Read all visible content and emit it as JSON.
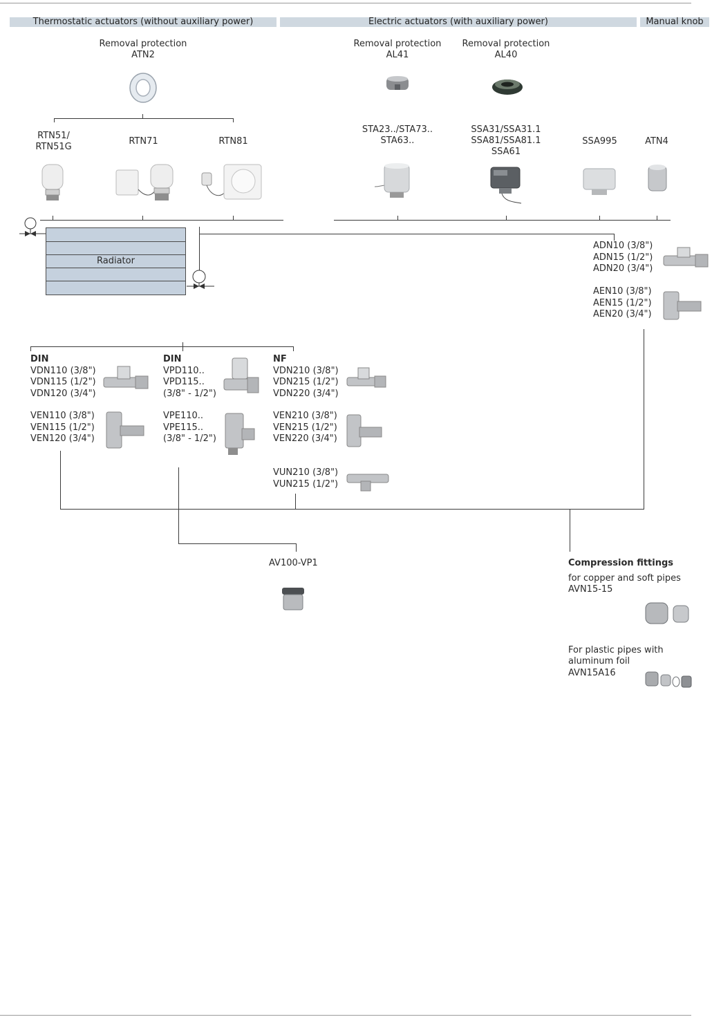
{
  "headers": {
    "thermostatic": "Thermostatic actuators (without auxiliary power)",
    "electric": "Electric actuators (with auxiliary power)",
    "manual": "Manual knob"
  },
  "removal_protection": {
    "atn2": {
      "title": "Removal protection",
      "model": "ATN2"
    },
    "al41": {
      "title": "Removal protection",
      "model": "AL41"
    },
    "al40": {
      "title": "Removal protection",
      "model": "AL40"
    }
  },
  "thermostatic_actuators": {
    "rtn51": "RTN51/\nRTN51G",
    "rtn71": "RTN71",
    "rtn81": "RTN81"
  },
  "electric_actuators": {
    "sta": "STA23../STA73..\nSTA63..",
    "ssa": "SSA31/SSA31.1\nSSA81/SSA81.1\nSSA61",
    "ssa995": "SSA995"
  },
  "manual_knob": {
    "atn4": "ATN4"
  },
  "radiator": {
    "label": "Radiator"
  },
  "return_valves": {
    "adn": [
      "ADN10 (3/8\")",
      "ADN15 (1/2\")",
      "ADN20 (3/4\")"
    ],
    "aen": [
      "AEN10 (3/8\")",
      "AEN15 (1/2\")",
      "AEN20 (3/4\")"
    ]
  },
  "valve_groups": {
    "din1": {
      "heading": "DIN",
      "vdn": [
        "VDN110 (3/8\")",
        "VDN115 (1/2\")",
        "VDN120 (3/4\")"
      ],
      "ven": [
        "VEN110 (3/8\")",
        "VEN115 (1/2\")",
        "VEN120 (3/4\")"
      ]
    },
    "din2": {
      "heading": "DIN",
      "vpd": [
        "VPD110..",
        "VPD115..",
        "(3/8\" - 1/2\")"
      ],
      "vpe": [
        "VPE110..",
        "VPE115..",
        "(3/8\" - 1/2\")"
      ]
    },
    "nf": {
      "heading": "NF",
      "vdn": [
        "VDN210 (3/8\")",
        "VDN215 (1/2\")",
        "VDN220 (3/4\")"
      ],
      "ven": [
        "VEN210 (3/8\")",
        "VEN215 (1/2\")",
        "VEN220 (3/4\")"
      ],
      "vun": [
        "VUN210 (3/8\")",
        "VUN215 (1/2\")"
      ]
    }
  },
  "av100": {
    "model": "AV100-VP1"
  },
  "compression_fittings": {
    "title": "Compression fittings",
    "copper": {
      "desc": "for copper and soft pipes",
      "model": "AVN15-15"
    },
    "plastic": {
      "desc": "For plastic pipes with\naluminum foil",
      "model": "AVN15A16"
    }
  }
}
